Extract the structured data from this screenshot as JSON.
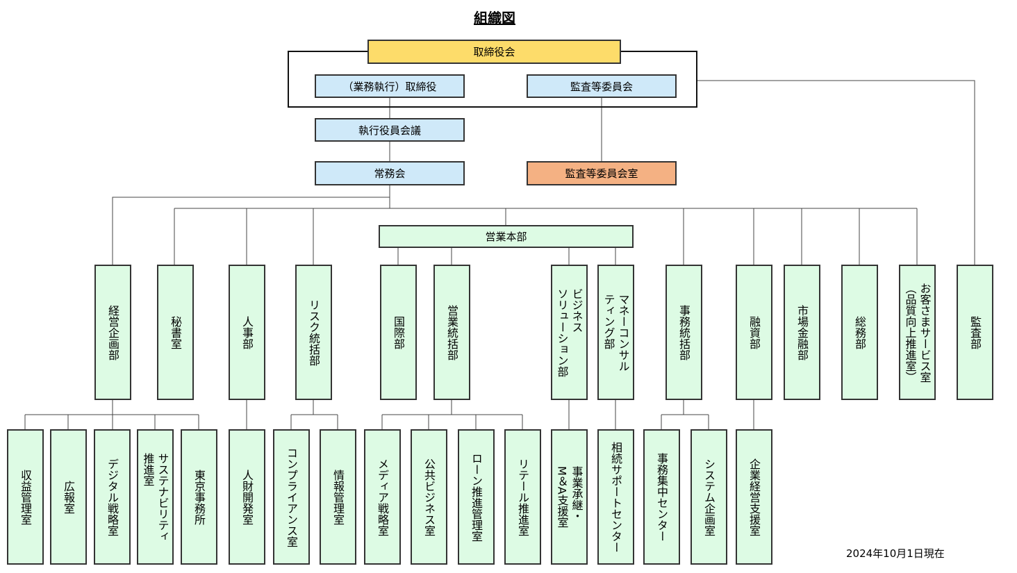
{
  "title": "組織図",
  "footnote": "2024年10月1日現在",
  "colors": {
    "board": "#fddc6a",
    "blue": "#cfe9f9",
    "orange": "#f4b183",
    "green": "#ddfbe4"
  },
  "top": {
    "board": "取締役会",
    "directors": "（業務執行）取締役",
    "audit_committee": "監査等委員会",
    "exec_officers": "執行役員会議",
    "managing_committee": "常務会",
    "audit_committee_office": "監査等委員会室",
    "sales_hq": "営業本部"
  },
  "departments": {
    "keiei": "経営企画部",
    "hisho": "秘書室",
    "jinji": "人事部",
    "risk": "リスク統括部",
    "kokusai": "国際部",
    "eigyo": "営業統括部",
    "business": "ビジネス\nソリューション部",
    "money": "マネーコンサル\nティング部",
    "jimu": "事務統括部",
    "yushi": "融資部",
    "shijo": "市場金融部",
    "somu": "総務部",
    "customer": "お客さまサービス室\n（品質向上推進室）",
    "kansa": "監査部"
  },
  "units": {
    "shueki": "収益管理室",
    "koho": "広報室",
    "digital": "デジタル戦略室",
    "sustain": "サステナビリティ\n推進室",
    "tokyo": "東京事務所",
    "jinzai": "人財開発室",
    "compliance": "コンプライアンス室",
    "joho": "情報管理室",
    "media": "メディア戦略室",
    "kokyo": "公共ビジネス室",
    "loan": "ローン推進管理室",
    "retail": "リテール推進室",
    "jigyo": "事業承継・\nM＆A支援室",
    "sozoku": "相続サポートセンター",
    "jimushuchu": "事務集中センター",
    "system": "システム企画室",
    "kigyo": "企業経営支援室"
  }
}
